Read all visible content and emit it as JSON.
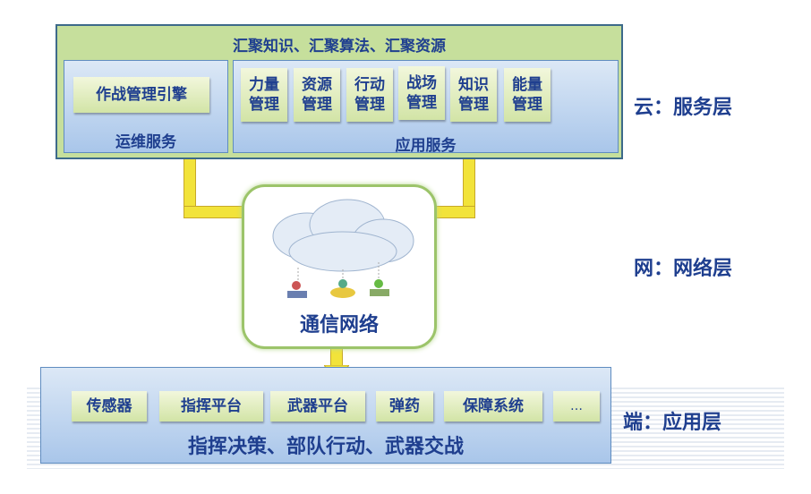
{
  "service_layer": {
    "title": "汇聚知识、汇聚算法、汇聚资源",
    "ops": {
      "label": "运维服务",
      "items": [
        "作战管理引擎"
      ]
    },
    "app": {
      "label": "应用服务",
      "items": [
        "力量\n管理",
        "资源\n管理",
        "行动\n管理",
        "战场\n管理",
        "知识\n管理",
        "能量\n管理"
      ]
    }
  },
  "network_layer": {
    "label": "通信网络"
  },
  "application_layer": {
    "items": [
      "传感器",
      "指挥平台",
      "武器平台",
      "弹药",
      "保障系统",
      "…"
    ],
    "caption": "指挥决策、部队行动、武器交战"
  },
  "side_labels": {
    "cloud": "云：服务层",
    "net": "网：网络层",
    "end": "端：应用层"
  }
}
